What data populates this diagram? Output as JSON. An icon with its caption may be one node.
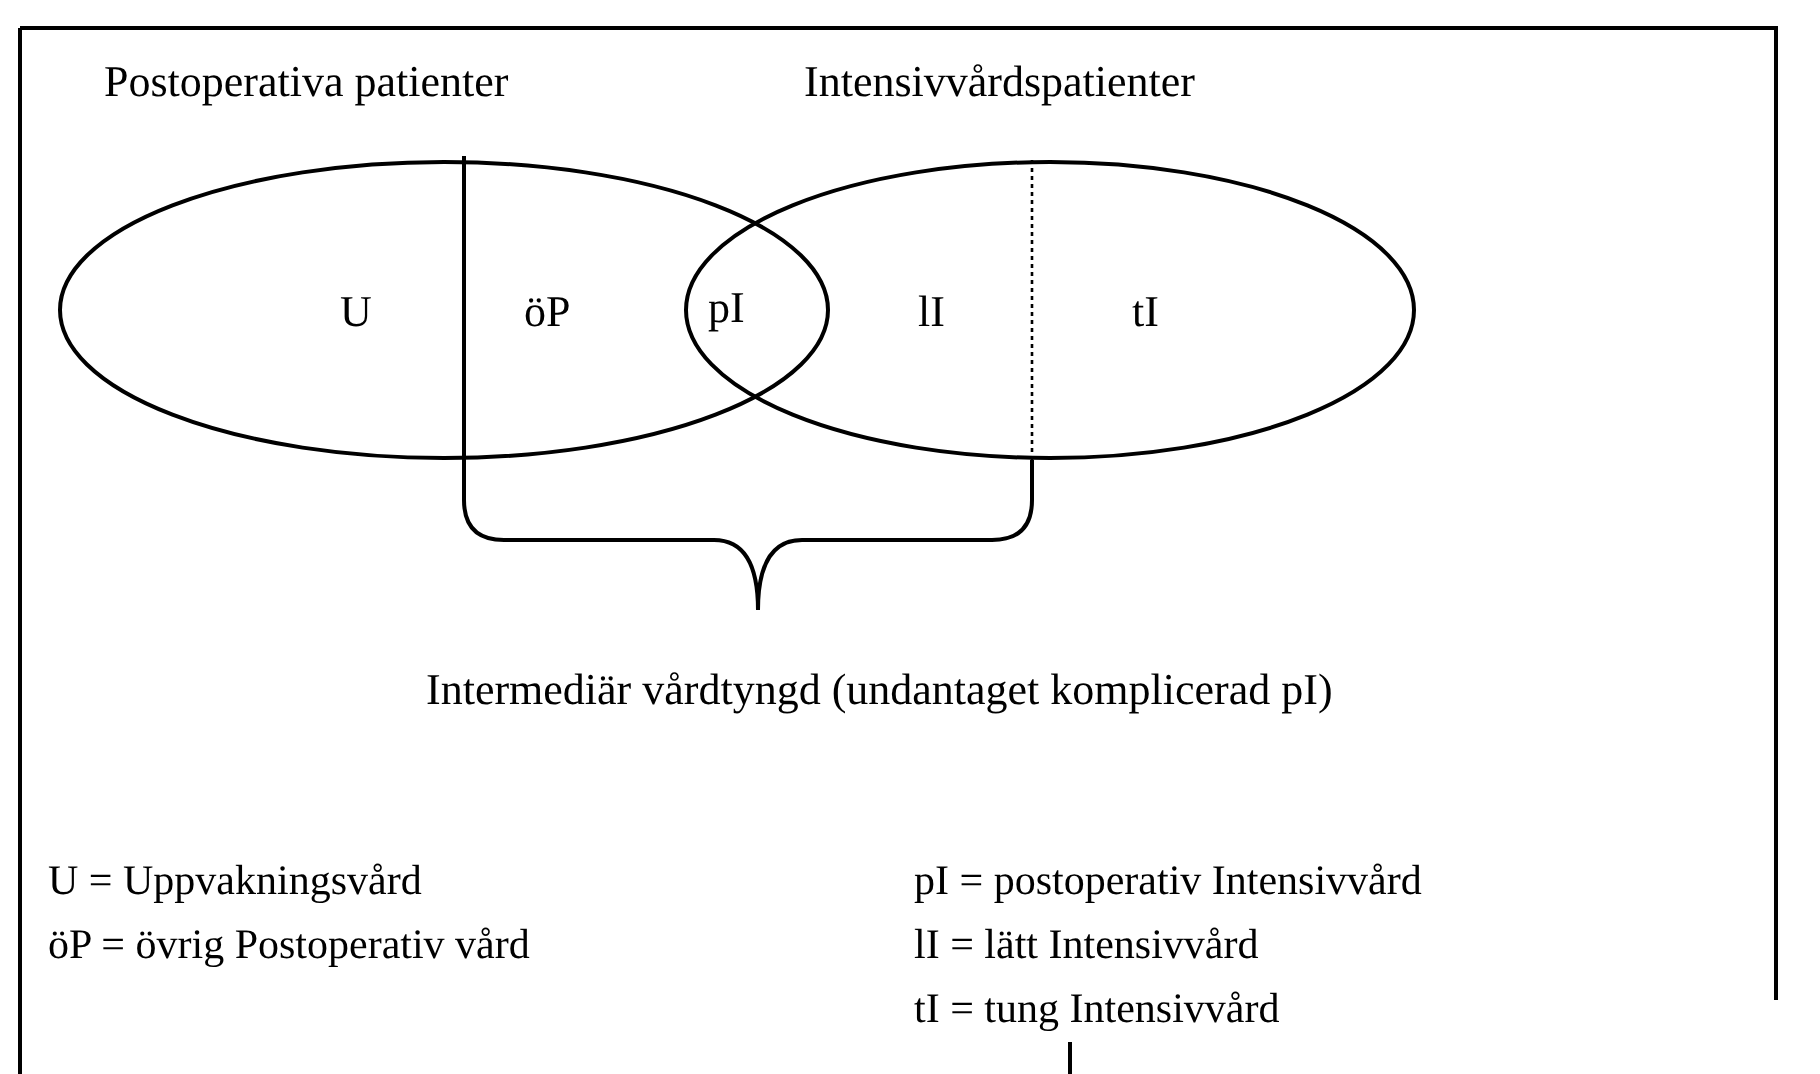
{
  "diagram": {
    "nodes": [
      {
        "text": [
          "Postoperativa patienter"
        ]
      },
      {
        "text": [
          "Intensivvårdspatienter"
        ]
      }
    ],
    "labels": [
      "U",
      "öP",
      "pI",
      "lI",
      "tI",
      "Intermediär vårdtyngd (undantaget komplicerad pI)",
      "U = Uppvakningsvård",
      "pI = postoperativ Intensivvård",
      "öP = övrig Postoperativ vård",
      "lI = lätt Intensivvård",
      "tI = tung Intensivvård"
    ]
  }
}
